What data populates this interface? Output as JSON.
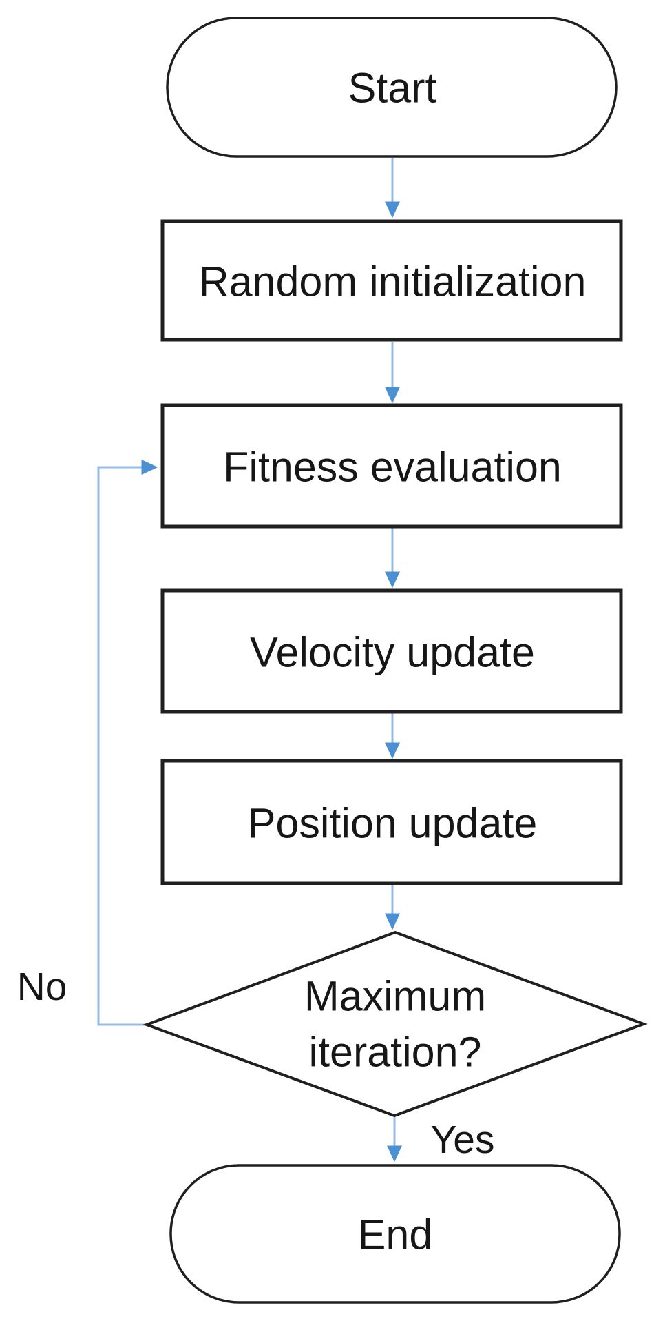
{
  "flowchart": {
    "description": "Flowchart of an optimization algorithm loop (start, initialization, evaluation, updates, decision, end)",
    "nodes": {
      "start": {
        "shape": "stadium",
        "label": "Start"
      },
      "random_init": {
        "shape": "rectangle",
        "label": "Random initialization"
      },
      "fitness_eval": {
        "shape": "rectangle",
        "label": "Fitness evaluation"
      },
      "velocity_update": {
        "shape": "rectangle",
        "label": "Velocity update"
      },
      "position_update": {
        "shape": "rectangle",
        "label": "Position update"
      },
      "max_iteration": {
        "shape": "diamond",
        "label": "Maximum iteration?",
        "line1": "Maximum",
        "line2": "iteration?"
      },
      "end": {
        "shape": "stadium",
        "label": "End"
      }
    },
    "edges": [
      {
        "from": "start",
        "to": "random_init",
        "label": ""
      },
      {
        "from": "random_init",
        "to": "fitness_eval",
        "label": ""
      },
      {
        "from": "fitness_eval",
        "to": "velocity_update",
        "label": ""
      },
      {
        "from": "velocity_update",
        "to": "position_update",
        "label": ""
      },
      {
        "from": "position_update",
        "to": "max_iteration",
        "label": ""
      },
      {
        "from": "max_iteration",
        "to": "end",
        "label": "Yes"
      },
      {
        "from": "max_iteration",
        "to": "fitness_eval",
        "label": "No"
      }
    ],
    "colors": {
      "background": "#ffffff",
      "shape_fill": "#ffffff",
      "shape_outline": "#1f1f1f",
      "text": "#161616",
      "connector_line": "#94bbe4",
      "connector_arrowhead": "#4b90d3"
    }
  }
}
